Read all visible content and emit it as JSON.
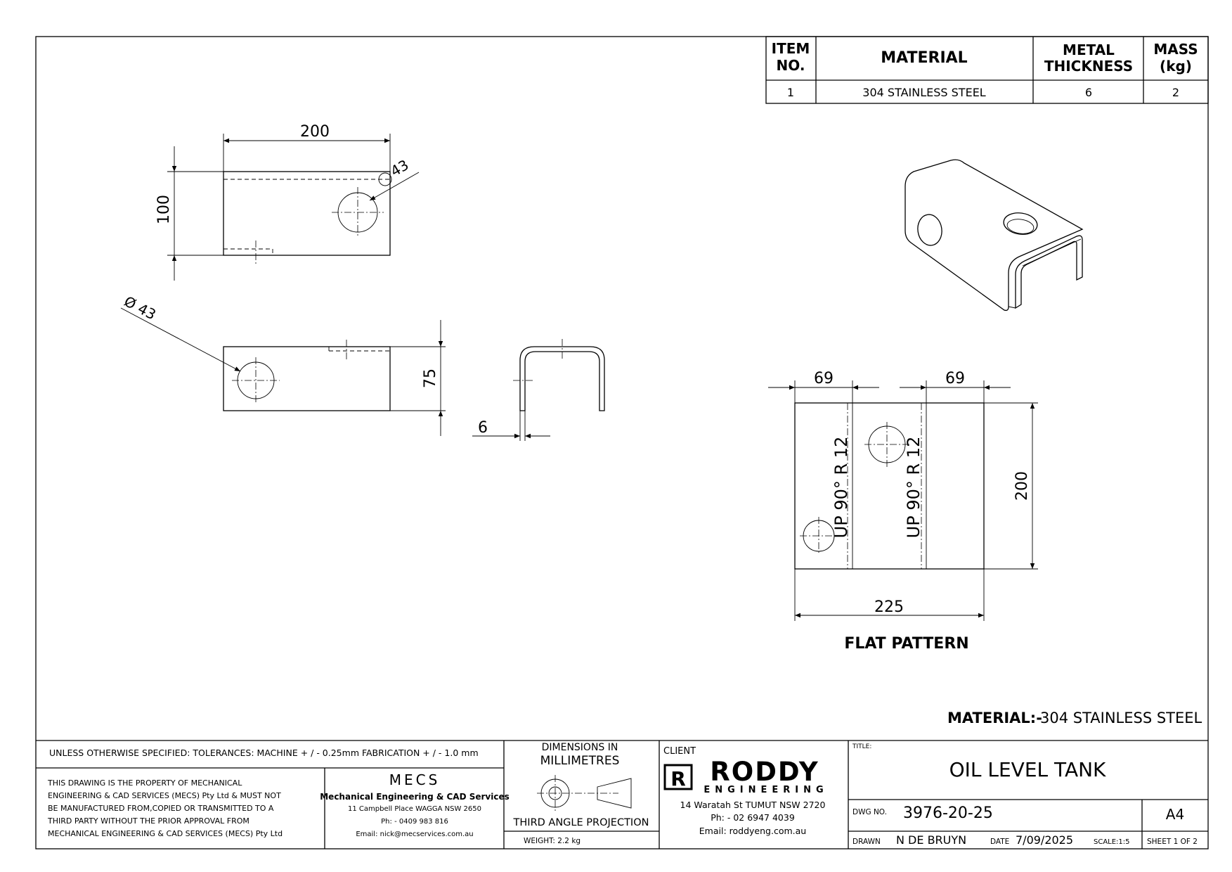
{
  "bom": {
    "headers": {
      "item_no_1": "ITEM",
      "item_no_2": "NO.",
      "material": "MATERIAL",
      "thickness_1": "METAL",
      "thickness_2": "THICKNESS",
      "mass_1": "MASS",
      "mass_2": "(kg)"
    },
    "rows": [
      {
        "item": "1",
        "material": "304 STAINLESS STEEL",
        "thickness": "6",
        "mass": "2"
      }
    ]
  },
  "dims": {
    "top_width": "200",
    "top_height": "100",
    "hole_top": "43",
    "hole_front": "Ø 43",
    "front_height": "75",
    "thickness": "6",
    "flat_left": "69",
    "flat_right": "69",
    "flat_height": "200",
    "flat_width": "225",
    "bend_1": "UP  90°  R 12",
    "bend_2": "UP  90°  R 12"
  },
  "labels": {
    "flat_pattern": "FLAT PATTERN",
    "material_prefix": "MATERIAL:-",
    "material_value": "304 STAINLESS STEEL"
  },
  "title_block": {
    "tolerances": "UNLESS OTHERWISE SPECIFIED: TOLERANCES: MACHINE + / - 0.25mm  FABRICATION + / - 1.0 mm",
    "dimensions_in_1": "DIMENSIONS IN",
    "dimensions_in_2": "MILLIMETRES",
    "disclaimer": [
      "THIS DRAWING IS THE PROPERTY OF MECHANICAL",
      "ENGINEERING & CAD SERVICES (MECS) Pty Ltd & MUST NOT",
      "BE MANUFACTURED FROM,COPIED OR TRANSMITTED TO A",
      "THIRD PARTY WITHOUT THE PRIOR APPROVAL FROM",
      "MECHANICAL ENGINEERING & CAD SERVICES (MECS) Pty Ltd"
    ],
    "mecs_logo": "MECS",
    "mecs_name": "Mechanical Engineering & CAD Services",
    "mecs_address": "11 Campbell Place WAGGA NSW 2650",
    "mecs_phone": "Ph: - 0409 983 816",
    "mecs_email": "Email: nick@mecservices.com.au",
    "projection": "THIRD ANGLE PROJECTION",
    "weight": "WEIGHT: 2.2 kg",
    "client_label": "CLIENT",
    "client_logo_main": "RODDY",
    "client_logo_sub": "ENGINEERING",
    "client_address": "14 Waratah St TUMUT NSW 2720",
    "client_phone": "Ph: - 02 6947 4039",
    "client_email": "Email: roddyeng.com.au",
    "title_label": "TITLE:",
    "title": "OIL LEVEL TANK",
    "dwg_label": "DWG NO.",
    "dwg_no": "3976-20-25",
    "size": "A4",
    "drawn_label": "DRAWN",
    "drawn_by": "N DE BRUYN",
    "date_label": "DATE",
    "date": "7/09/2025",
    "scale": "SCALE:1:5",
    "sheet": "SHEET 1 OF 2"
  }
}
